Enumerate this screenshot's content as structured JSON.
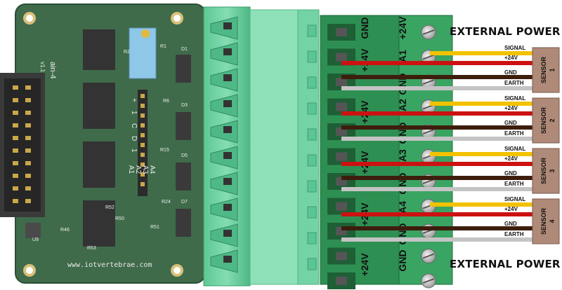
{
  "board": {
    "name": "ain-4",
    "version": "v1.1",
    "url": "www.iotvertebrae.com",
    "header_labels": [
      "+",
      "1",
      "C",
      "D",
      "1"
    ],
    "analog_labels": [
      "A1",
      "A2",
      "A3",
      "A4"
    ],
    "component_labels": [
      "R1",
      "R2",
      "R6",
      "R15",
      "R24",
      "D1",
      "D3",
      "D5",
      "D7",
      "U9",
      "R50",
      "R51",
      "R53",
      "R46",
      "R52"
    ]
  },
  "terminal": {
    "top_pins": [
      "GND",
      "+24V"
    ],
    "pin_labels": [
      "+24V",
      "A1",
      "GND",
      "+24V",
      "A2",
      "GND",
      "+24V",
      "A3",
      "GND",
      "+24V",
      "A4",
      "GND",
      "+24V",
      "GND"
    ]
  },
  "power_labels": {
    "top": "EXTERNAL POWER",
    "bottom": "EXTERNAL POWER"
  },
  "sensors": [
    {
      "label": "SENSOR",
      "number": "1",
      "wires": [
        "SIGNAL",
        "+24V",
        "GND",
        "EARTH"
      ]
    },
    {
      "label": "SENSOR",
      "number": "2",
      "wires": [
        "SIGNAL",
        "+24V",
        "GND",
        "EARTH"
      ]
    },
    {
      "label": "SENSOR",
      "number": "3",
      "wires": [
        "SIGNAL",
        "+24V",
        "GND",
        "EARTH"
      ]
    },
    {
      "label": "SENSOR",
      "number": "4",
      "wires": [
        "SIGNAL",
        "+24V",
        "GND",
        "EARTH"
      ]
    }
  ],
  "colors": {
    "pcb": "#3f6b4a",
    "connector": "#6ed0a0",
    "block": "#2e8f52",
    "signal": "#f2c200",
    "power": "#cc1111",
    "gnd": "#3d1e0c",
    "earth": "#c4c4c4",
    "sensor_box": "#b08a78"
  }
}
